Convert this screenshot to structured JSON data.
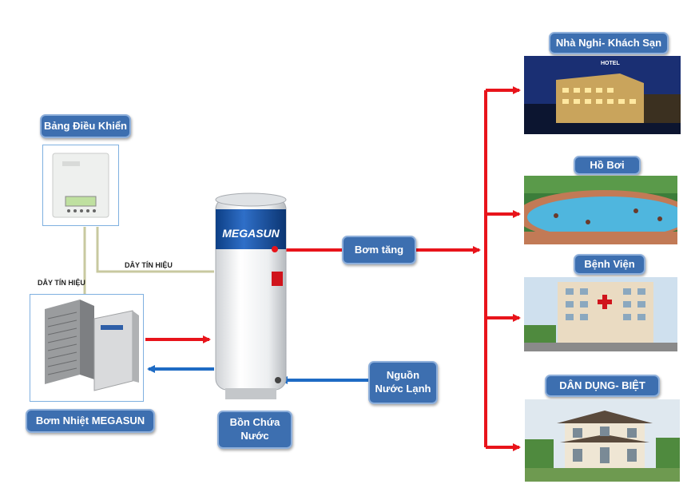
{
  "labels": {
    "control_panel": "Bảng Điều Khiển",
    "heat_pump": "Bơm Nhiệt MEGASUN",
    "tank": "Bồn Chứa\nNước",
    "booster_pump": "Bơm tăng",
    "cold_water": "Nguồn\nNước Lạnh",
    "hotel": "Nhà Nghi- Khách Sạn",
    "pool": "Hồ Bơi",
    "hospital": "Bệnh Viện",
    "residential": "DÂN DỤNG- BIỆT"
  },
  "signal_wire_1": "DÂY TÍN HIỆU",
  "signal_wire_2": "DÂY TÍN HIỆU",
  "tank_brand": "MEGASUN",
  "hotel_sign": "HOTEL",
  "colors": {
    "hot_arrow": "#e8141b",
    "cold_arrow": "#1e6bc4",
    "signal_wire": "#c8c9a0",
    "label_bg": "#3d6fb0"
  }
}
